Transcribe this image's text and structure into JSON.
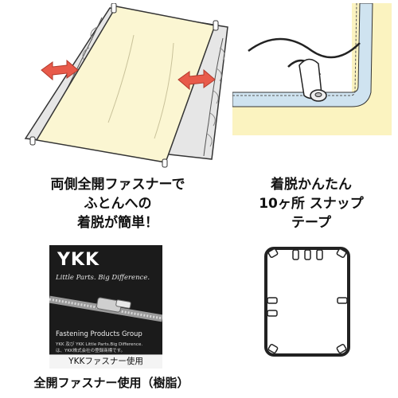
{
  "left_caption": {
    "line1": "両側全開ファスナーで",
    "line2": "ふとんへの",
    "line3": "着脱が簡単！"
  },
  "right_caption": {
    "line1": "着脱かんたん",
    "line2": "10ヶ所 スナップ",
    "line3": "テープ"
  },
  "ykk_label": {
    "logo": "YKK",
    "tagline": "Little Parts. Big Difference.",
    "group": "Fastening Products Group",
    "trademark_line1": "YKK 及び YKK Little Parts.Big Difference.",
    "trademark_line2": "は、YKK株式会社の登録商標です。",
    "badge": "YKKファスナー使用"
  },
  "bottom_caption": "全開ファスナー使用（樹脂）",
  "colors": {
    "cover_cream": "#fbf6d2",
    "futon_grey": "#e4e4e4",
    "arrow_red": "#e85a4a",
    "panel_blue": "#cfe3f0",
    "panel_yellow": "#fbf3c0",
    "label_black": "#1b1b1b"
  },
  "icons": [
    "double-arrow-icon",
    "snap-tape-icon",
    "zipper-icon",
    "snap-layout-icon"
  ]
}
